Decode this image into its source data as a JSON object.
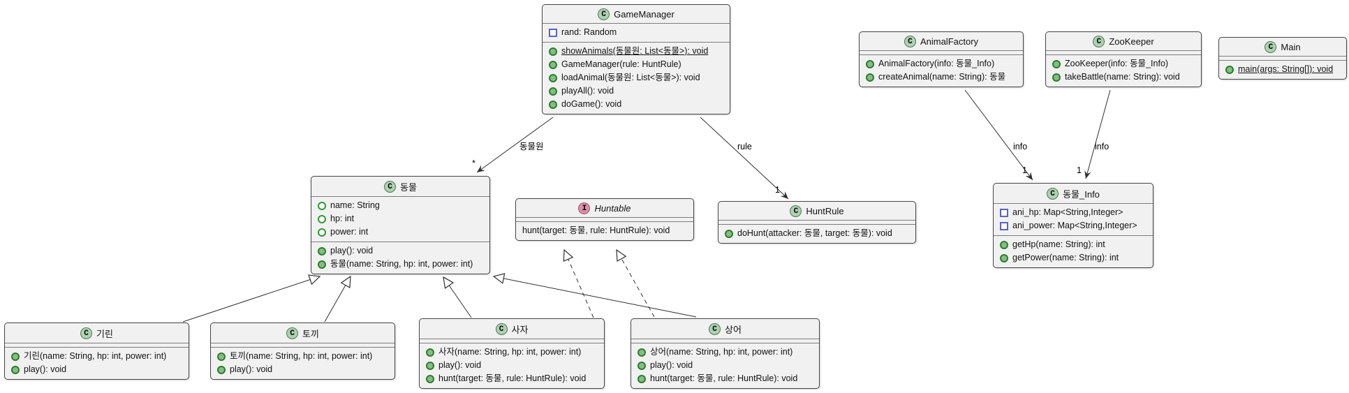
{
  "icons": {
    "class_letter": "C",
    "interface_letter": "I"
  },
  "colors": {
    "class_spot": "#ADD1B2",
    "interface_spot": "#DA8FA7",
    "box_fill": "#F1F1F1",
    "box_border": "#454545",
    "field_icon_blue": "#5A63C0",
    "field_icon_green": "#2E9A33",
    "method_icon_green": "#84BE84",
    "edge_stroke": "#2F2F2F"
  },
  "classes": {
    "gameManager": {
      "name": "GameManager",
      "fields": [
        "rand: Random"
      ],
      "methods": [
        "showAnimals(동물원: List<동물>): void",
        "GameManager(rule: HuntRule)",
        "loadAnimal(동물원: List<동물>): void",
        "playAll(): void",
        "doGame(): void"
      ]
    },
    "animalFactory": {
      "name": "AnimalFactory",
      "methods": [
        "AnimalFactory(info: 동물_Info)",
        "createAnimal(name: String): 동물"
      ]
    },
    "zooKeeper": {
      "name": "ZooKeeper",
      "methods": [
        "ZooKeeper(info: 동물_Info)",
        "takeBattle(name: String): void"
      ]
    },
    "main": {
      "name": "Main",
      "methods": [
        "main(args: String[]): void"
      ]
    },
    "animal": {
      "name": "동물",
      "fields": [
        "name: String",
        "hp: int",
        "power: int"
      ],
      "methods": [
        "play(): void",
        "동물(name: String, hp: int, power: int)"
      ]
    },
    "huntable": {
      "name": "Huntable",
      "methods": [
        "hunt(target: 동물, rule: HuntRule): void"
      ]
    },
    "huntRule": {
      "name": "HuntRule",
      "methods": [
        "doHunt(attacker: 동물, target: 동물): void"
      ]
    },
    "animalInfo": {
      "name": "동물_Info",
      "fields": [
        "ani_hp: Map<String,Integer>",
        "ani_power: Map<String,Integer>"
      ],
      "methods": [
        "getHp(name: String): int",
        "getPower(name: String): int"
      ]
    },
    "giraffe": {
      "name": "기린",
      "methods": [
        "기린(name: String, hp: int, power: int)",
        "play(): void"
      ]
    },
    "rabbit": {
      "name": "토끼",
      "methods": [
        "토끼(name: String, hp: int, power: int)",
        "play(): void"
      ]
    },
    "lion": {
      "name": "사자",
      "methods": [
        "사자(name: String, hp: int, power: int)",
        "play(): void",
        "hunt(target: 동물, rule: HuntRule): void"
      ]
    },
    "shark": {
      "name": "상어",
      "methods": [
        "상어(name: String, hp: int, power: int)",
        "play(): void",
        "hunt(target: 동물, rule: HuntRule): void"
      ]
    }
  },
  "edges": {
    "gm_animal": {
      "label": "동물원",
      "multiplicity": "*"
    },
    "gm_rule": {
      "label": "rule",
      "multiplicity": "1"
    },
    "af_info": {
      "label": "info",
      "multiplicity": "1"
    },
    "zk_info": {
      "label": "info",
      "multiplicity": "1"
    }
  }
}
